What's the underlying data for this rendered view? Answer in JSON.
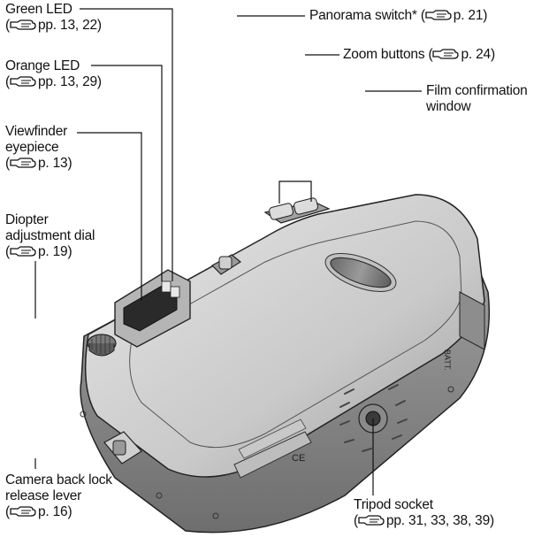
{
  "callouts": {
    "green_led": {
      "line1": "Green LED",
      "ref": "pp. 13, 22"
    },
    "orange_led": {
      "line1": "Orange LED",
      "ref": "pp. 13, 29"
    },
    "viewfinder": {
      "line1": "Viewfinder",
      "line2": "eyepiece",
      "ref": "p. 13"
    },
    "diopter": {
      "line1": "Diopter",
      "line2": "adjustment dial",
      "ref": "p. 19"
    },
    "panorama": {
      "line1": "Panorama switch*",
      "ref": "p. 21"
    },
    "zoom": {
      "line1": "Zoom buttons",
      "ref": "p. 24"
    },
    "film_window": {
      "line1": "Film confirmation",
      "line2": "window"
    },
    "tripod": {
      "line1": "Tripod socket",
      "ref": "pp. 31, 33, 38, 39"
    },
    "back_lock": {
      "line1": "Camera back lock",
      "line2": "release lever",
      "ref": "p. 16"
    }
  },
  "camera": {
    "batt_marking": "BATT.",
    "ce_mark": "CE"
  },
  "icons": {
    "reference": "pointing-hand-reference-icon"
  }
}
